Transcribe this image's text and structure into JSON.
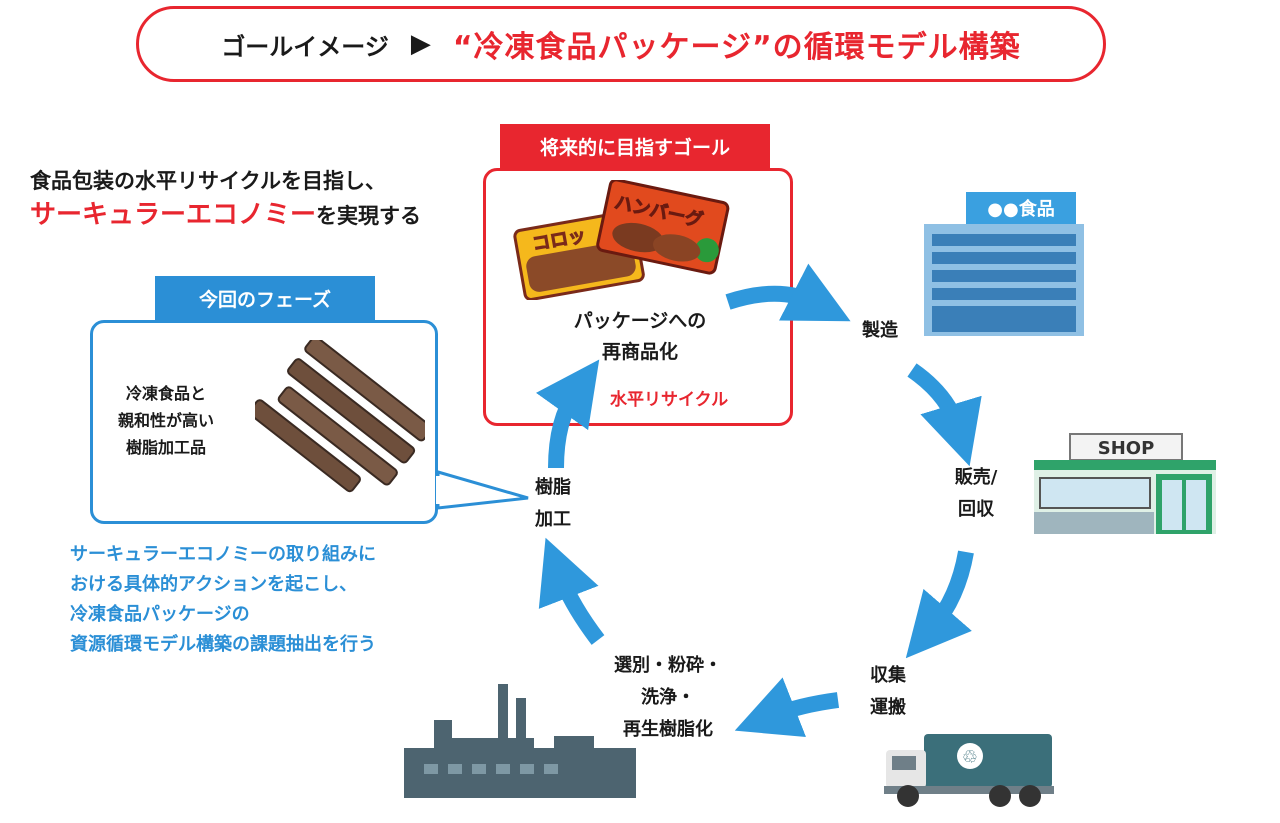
{
  "header": {
    "prefix": "ゴールイメージ",
    "arrow": "▶",
    "title": "“冷凍食品パッケージ”の循環モデル構築"
  },
  "headline": {
    "line1": "食品包装の水平リサイクルを目指し、",
    "highlight": "サーキュラーエコノミー",
    "line2_suffix": "を実現する"
  },
  "phase": {
    "tab": "今回のフェーズ",
    "lines": [
      "冷凍食品と",
      "親和性が高い",
      "樹脂加工品"
    ]
  },
  "goal": {
    "tab": "将来的に目指すゴール",
    "package_left_label": "コロッ",
    "package_right_label": "ハンバーグ",
    "lines": [
      "パッケージへの",
      "再商品化"
    ],
    "sub": "水平リサイクル"
  },
  "description": [
    "サーキュラーエコノミーの取り組みに",
    "おける具体的アクションを起こし、",
    "冷凍食品パッケージの",
    "資源循環モデル構築の課題抽出を行う"
  ],
  "steps": {
    "manufacture": [
      "製造"
    ],
    "sale": [
      "販売/",
      "回収"
    ],
    "collect": [
      "収集",
      "運搬"
    ],
    "sort": [
      "選別・粉砕・",
      "洗浄・",
      "再生樹脂化"
    ],
    "resin": [
      "樹脂",
      "加工"
    ]
  },
  "icons": {
    "factory_sign": "●●食品",
    "shop_sign": "SHOP",
    "truck_symbol": "♲"
  },
  "colors": {
    "red": "#e8262f",
    "blue": "#2b8fd6",
    "arrow": "#2f98dc"
  }
}
